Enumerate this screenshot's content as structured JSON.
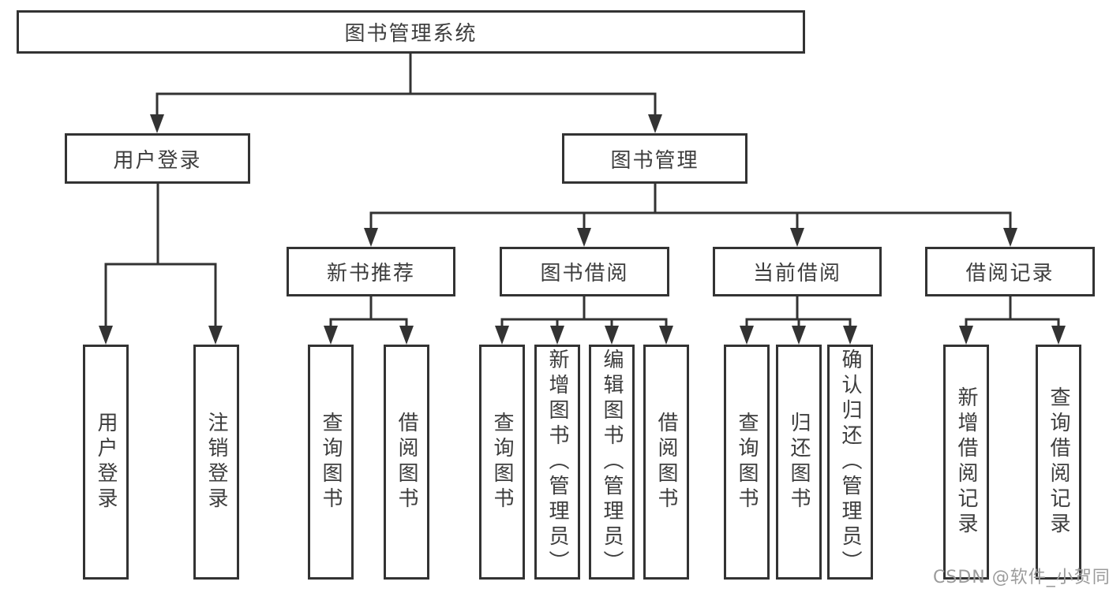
{
  "colors": {
    "line": "#333333",
    "box_border": "#333333",
    "box_background": "#ffffff",
    "text": "#3d3d3d",
    "watermark": "#9b9b9b"
  },
  "tree": {
    "root": {
      "label": "图书管理系统",
      "children": [
        {
          "label": "用户登录",
          "children": [
            {
              "label": "用户登录"
            },
            {
              "label": "注销登录"
            }
          ]
        },
        {
          "label": "图书管理",
          "children": [
            {
              "label": "新书推荐",
              "children": [
                {
                  "label": "查询图书"
                },
                {
                  "label": "借阅图书"
                }
              ]
            },
            {
              "label": "图书借阅",
              "children": [
                {
                  "label": "查询图书"
                },
                {
                  "label": "新增图书（管理员）"
                },
                {
                  "label": "编辑图书（管理员）"
                },
                {
                  "label": "借阅图书"
                }
              ]
            },
            {
              "label": "当前借阅",
              "children": [
                {
                  "label": "查询图书"
                },
                {
                  "label": "归还图书"
                },
                {
                  "label": "确认归还（管理员）"
                }
              ]
            },
            {
              "label": "借阅记录",
              "children": [
                {
                  "label": "新增借阅记录"
                },
                {
                  "label": "查询借阅记录"
                }
              ]
            }
          ]
        }
      ]
    }
  },
  "watermark": {
    "text": "CSDN @软件_小贺同学"
  }
}
